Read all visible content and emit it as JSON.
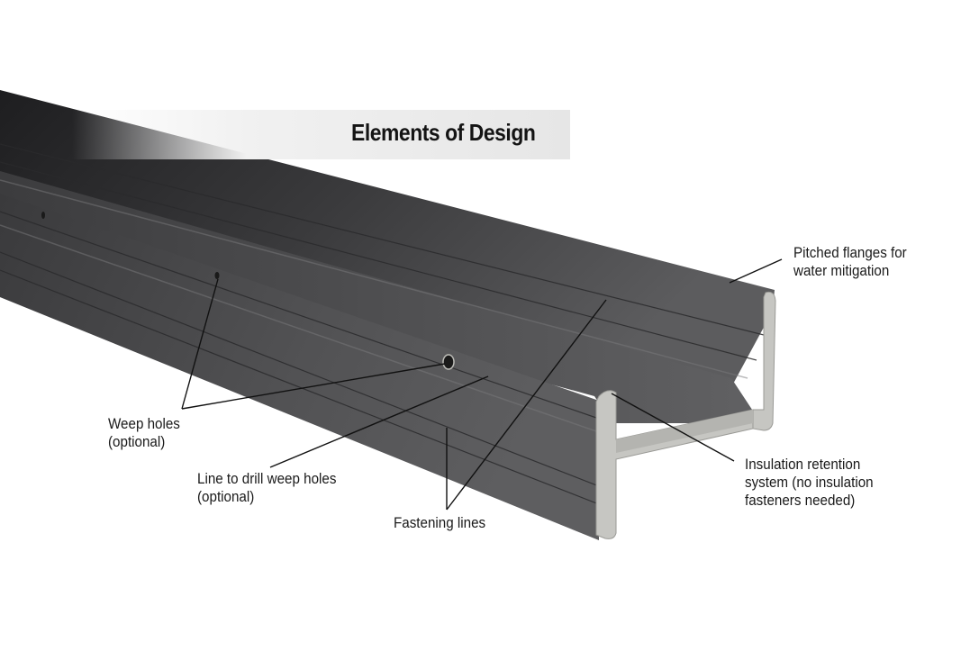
{
  "title": "Elements of Design",
  "colors": {
    "background": "#ffffff",
    "beam_dark": "#2e2e30",
    "beam_mid": "#4a4a4c",
    "beam_face": "#5a5a5c",
    "profile_edge": "#c8c8c4",
    "title_band": "#eeeeee",
    "text": "#1a1a1a",
    "leader_line": "#111111"
  },
  "callouts": [
    {
      "id": "pitched-flanges",
      "lines": [
        "Pitched flanges for",
        "water mitigation"
      ]
    },
    {
      "id": "weep-holes",
      "lines": [
        "Weep holes",
        "(optional)"
      ]
    },
    {
      "id": "line-to-drill",
      "lines": [
        "Line to drill weep holes",
        "(optional)"
      ]
    },
    {
      "id": "fastening-lines",
      "lines": [
        "Fastening lines"
      ]
    },
    {
      "id": "insulation-retention",
      "lines": [
        "Insulation retention",
        "system (no insulation",
        "fasteners needed)"
      ]
    }
  ]
}
